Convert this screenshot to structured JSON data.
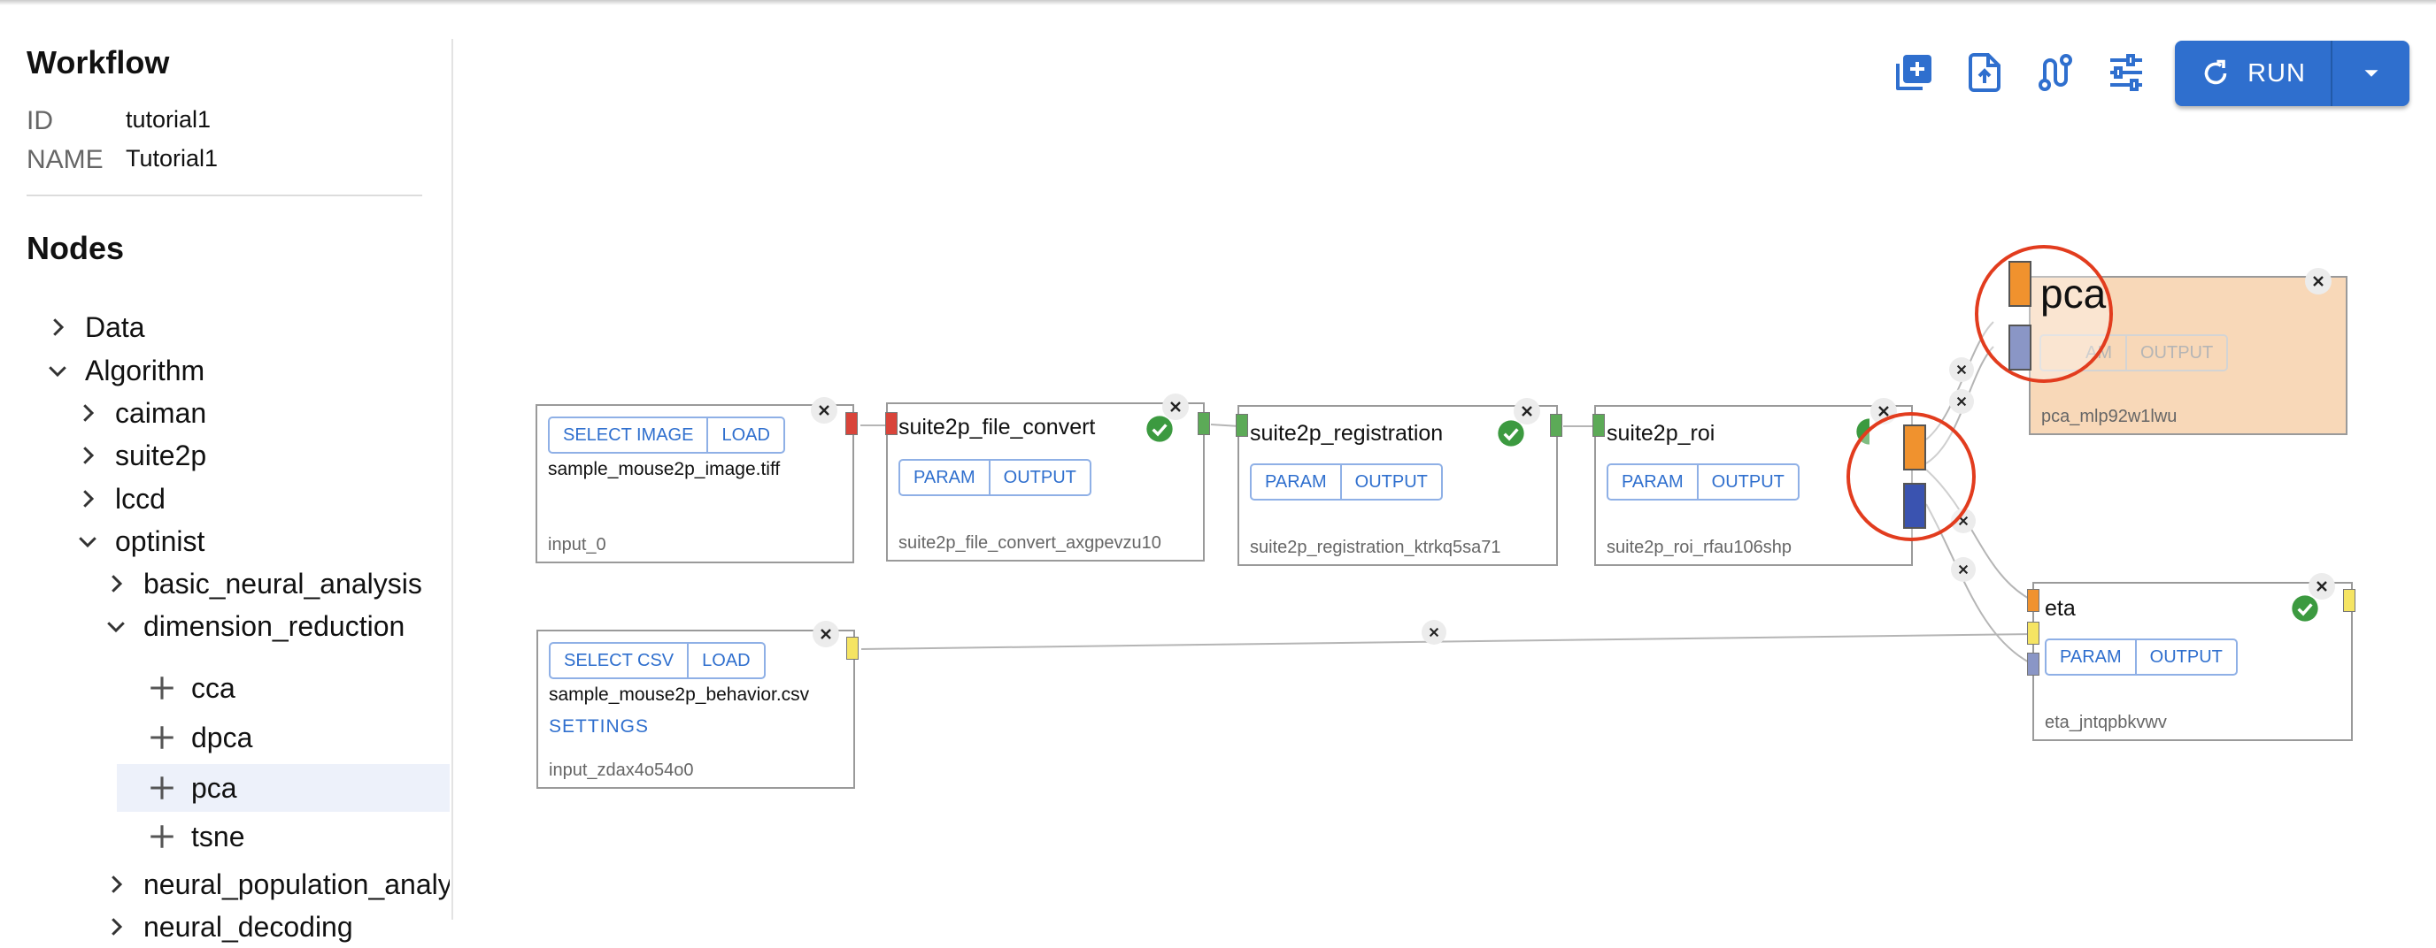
{
  "sidebar": {
    "workflow_title": "Workflow",
    "id_label": "ID",
    "id_value": "tutorial1",
    "name_label": "NAME",
    "name_value": "Tutorial1",
    "nodes_title": "Nodes",
    "tree": [
      {
        "label": "Data",
        "state": "collapsed",
        "icon": "chevron-right-icon"
      },
      {
        "label": "Algorithm",
        "state": "expanded",
        "icon": "chevron-down-icon"
      },
      {
        "label": "caiman",
        "state": "collapsed",
        "icon": "chevron-right-icon"
      },
      {
        "label": "suite2p",
        "state": "collapsed",
        "icon": "chevron-right-icon"
      },
      {
        "label": "lccd",
        "state": "collapsed",
        "icon": "chevron-right-icon"
      },
      {
        "label": "optinist",
        "state": "expanded",
        "icon": "chevron-down-icon"
      },
      {
        "label": "basic_neural_analysis",
        "state": "collapsed",
        "icon": "chevron-right-icon"
      },
      {
        "label": "dimension_reduction",
        "state": "expanded",
        "icon": "chevron-down-icon"
      },
      {
        "label": "cca",
        "state": "leaf",
        "icon": "plus-icon"
      },
      {
        "label": "dpca",
        "state": "leaf",
        "icon": "plus-icon"
      },
      {
        "label": "pca",
        "state": "leaf-selected",
        "icon": "plus-icon"
      },
      {
        "label": "tsne",
        "state": "leaf",
        "icon": "plus-icon"
      },
      {
        "label": "neural_population_analysis",
        "state": "collapsed",
        "icon": "chevron-right-icon"
      },
      {
        "label": "neural_decoding",
        "state": "collapsed",
        "icon": "chevron-right-icon"
      }
    ]
  },
  "toolbar": {
    "icons": [
      "add-node-icon",
      "upload-icon",
      "route-icon",
      "settings-sliders-icon"
    ],
    "run_label": "RUN",
    "run_icon": "reload-icon",
    "dropdown_icon": "caret-down-icon",
    "accent": "#2f6fce"
  },
  "nodes": {
    "input_0": {
      "select_label": "SELECT IMAGE",
      "load_label": "LOAD",
      "file": "sample_mouse2p_image.tiff",
      "id": "input_0"
    },
    "input_csv": {
      "select_label": "SELECT CSV",
      "load_label": "LOAD",
      "file": "sample_mouse2p_behavior.csv",
      "settings_label": "SETTINGS",
      "id": "input_zdax4o54o0"
    },
    "file_convert": {
      "title": "suite2p_file_convert",
      "param_label": "PARAM",
      "output_label": "OUTPUT",
      "id": "suite2p_file_convert_axgpevzu10"
    },
    "registration": {
      "title": "suite2p_registration",
      "param_label": "PARAM",
      "output_label": "OUTPUT",
      "id": "suite2p_registration_ktrkq5sa71"
    },
    "roi": {
      "title": "suite2p_roi",
      "param_label": "PARAM",
      "output_label": "OUTPUT",
      "id": "suite2p_roi_rfau106shp"
    },
    "pca": {
      "title": "pca",
      "param_label": "AM",
      "output_label": "OUTPUT",
      "id": "pca_mlp92w1lwu",
      "bg_color": "#f8d8b8"
    },
    "eta": {
      "title": "eta",
      "param_label": "PARAM",
      "output_label": "OUTPUT",
      "id": "eta_jntqpbkvwv"
    }
  },
  "colors": {
    "port_red": "#d9443a",
    "port_green": "#5caa57",
    "port_orange": "#f0922e",
    "port_lavender": "#8a96c6",
    "port_blue": "#3a53b0",
    "port_yellow": "#f5e463",
    "success_green": "#3c9a40",
    "highlight_red": "#e23c1e"
  }
}
